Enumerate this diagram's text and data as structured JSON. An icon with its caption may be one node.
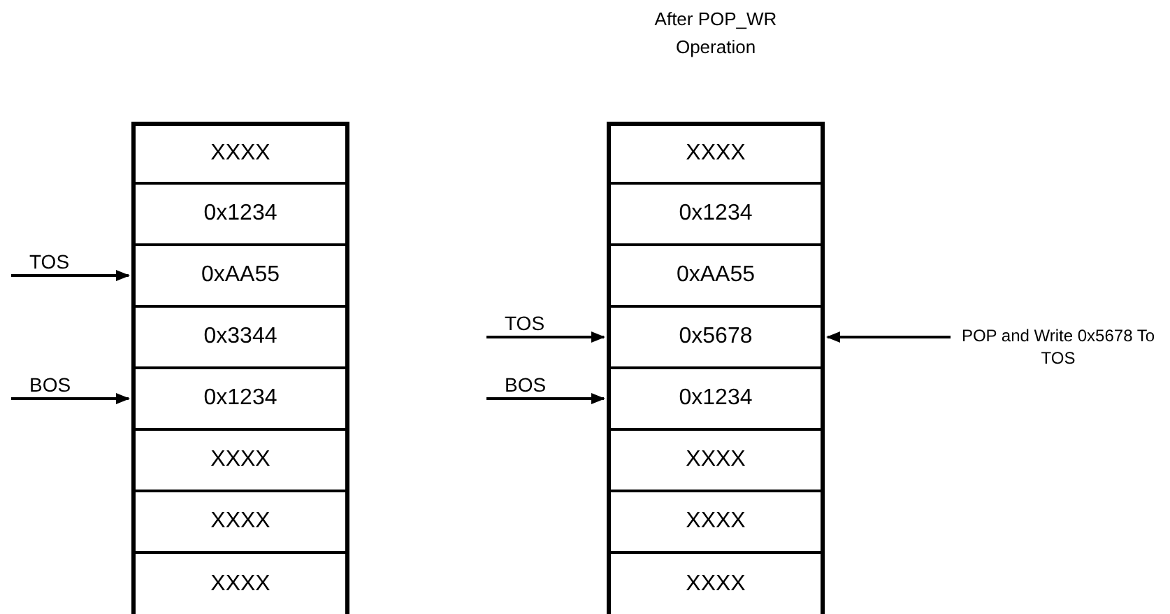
{
  "diagram": {
    "nodes": [
      {
        "text": [
          "XXXX"
        ]
      },
      {
        "text": [
          "0x1234"
        ]
      },
      {
        "text": [
          "0xAA55"
        ]
      },
      {
        "text": [
          "0x3344"
        ]
      },
      {
        "text": [
          "0x1234"
        ]
      },
      {
        "text": [
          "XXXX"
        ]
      },
      {
        "text": [
          "XXXX"
        ]
      },
      {
        "text": [
          "XXXX"
        ]
      },
      {
        "text": [
          "XXXX"
        ]
      },
      {
        "text": [
          "0x1234"
        ]
      },
      {
        "text": [
          "0xAA55"
        ]
      },
      {
        "text": [
          "0x5678"
        ]
      },
      {
        "text": [
          "0x1234"
        ]
      },
      {
        "text": [
          "XXXX"
        ]
      },
      {
        "text": [
          "XXXX"
        ]
      },
      {
        "text": [
          "XXXX"
        ]
      },
      {
        "text": [
          "POP and Write 0x5678 To TOS"
        ]
      }
    ],
    "edges": [
      {
        "from": null,
        "to": 2,
        "arrow": "to",
        "label": "TOS"
      },
      {
        "from": null,
        "to": 4,
        "arrow": "to",
        "label": "BOS"
      },
      {
        "from": null,
        "to": 11,
        "arrow": "to",
        "label": "TOS"
      },
      {
        "from": null,
        "to": 12,
        "arrow": "to",
        "label": "BOS"
      },
      {
        "from": 16,
        "to": 11,
        "arrow": "to"
      }
    ],
    "labels": [
      "After POP_WR Operation"
    ]
  }
}
